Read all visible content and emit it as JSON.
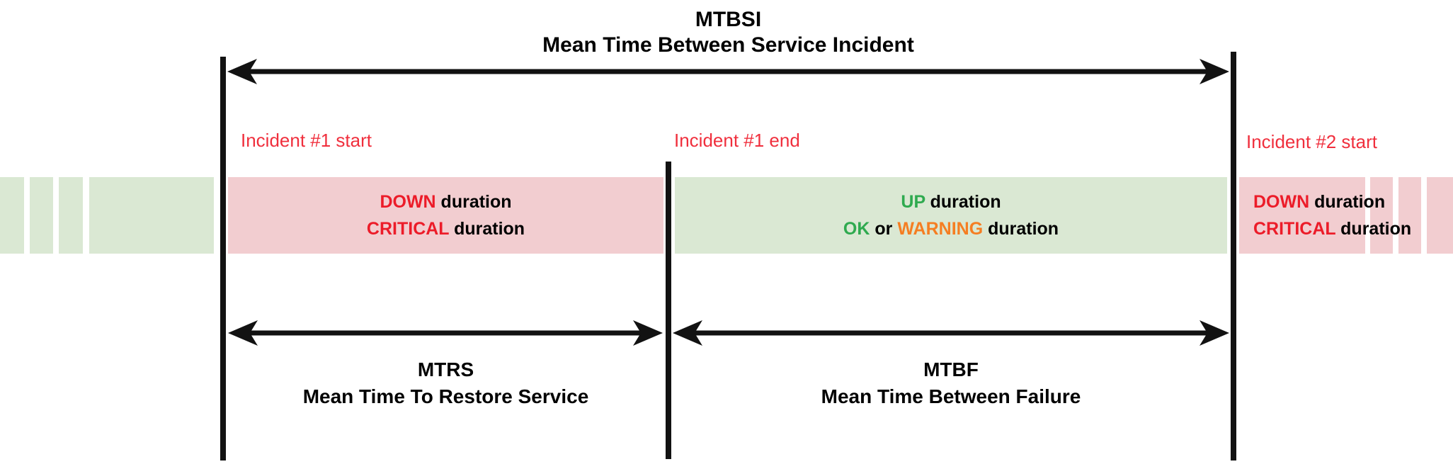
{
  "title": {
    "abbr": "MTBSI",
    "full": "Mean Time Between Service Incident"
  },
  "incident_labels": {
    "incident1_start": "Incident #1 start",
    "incident1_end": "Incident #1 end",
    "incident2_start": "Incident #2 start"
  },
  "bands": {
    "down1": {
      "line1": [
        {
          "text": "DOWN"
        },
        {
          "text": " duration"
        }
      ],
      "line2": [
        {
          "text": "CRITICAL"
        },
        {
          "text": " duration"
        }
      ]
    },
    "up": {
      "line1": [
        {
          "text": "UP"
        },
        {
          "text": " duration"
        }
      ],
      "line2": [
        {
          "text": "OK"
        },
        {
          "text": " or "
        },
        {
          "text": "WARNING"
        },
        {
          "text": " duration"
        }
      ]
    },
    "down2": {
      "line1": [
        {
          "text": "DOWN"
        },
        {
          "text": " duration"
        }
      ],
      "line2": [
        {
          "text": "CRITICAL"
        },
        {
          "text": " duration"
        }
      ]
    }
  },
  "measures": {
    "mtrs": {
      "abbr": "MTRS",
      "full": "Mean Time To Restore Service"
    },
    "mtbf": {
      "abbr": "MTBF",
      "full": "Mean Time Between Failure"
    }
  },
  "colors": {
    "band_pink": "#f2cdd0",
    "band_green": "#dae8d3",
    "text_red": "#ec1c29",
    "text_green": "#2faa4f",
    "text_orange": "#f57e22",
    "incident_red": "#f02f3d",
    "bar_black": "#121212"
  }
}
